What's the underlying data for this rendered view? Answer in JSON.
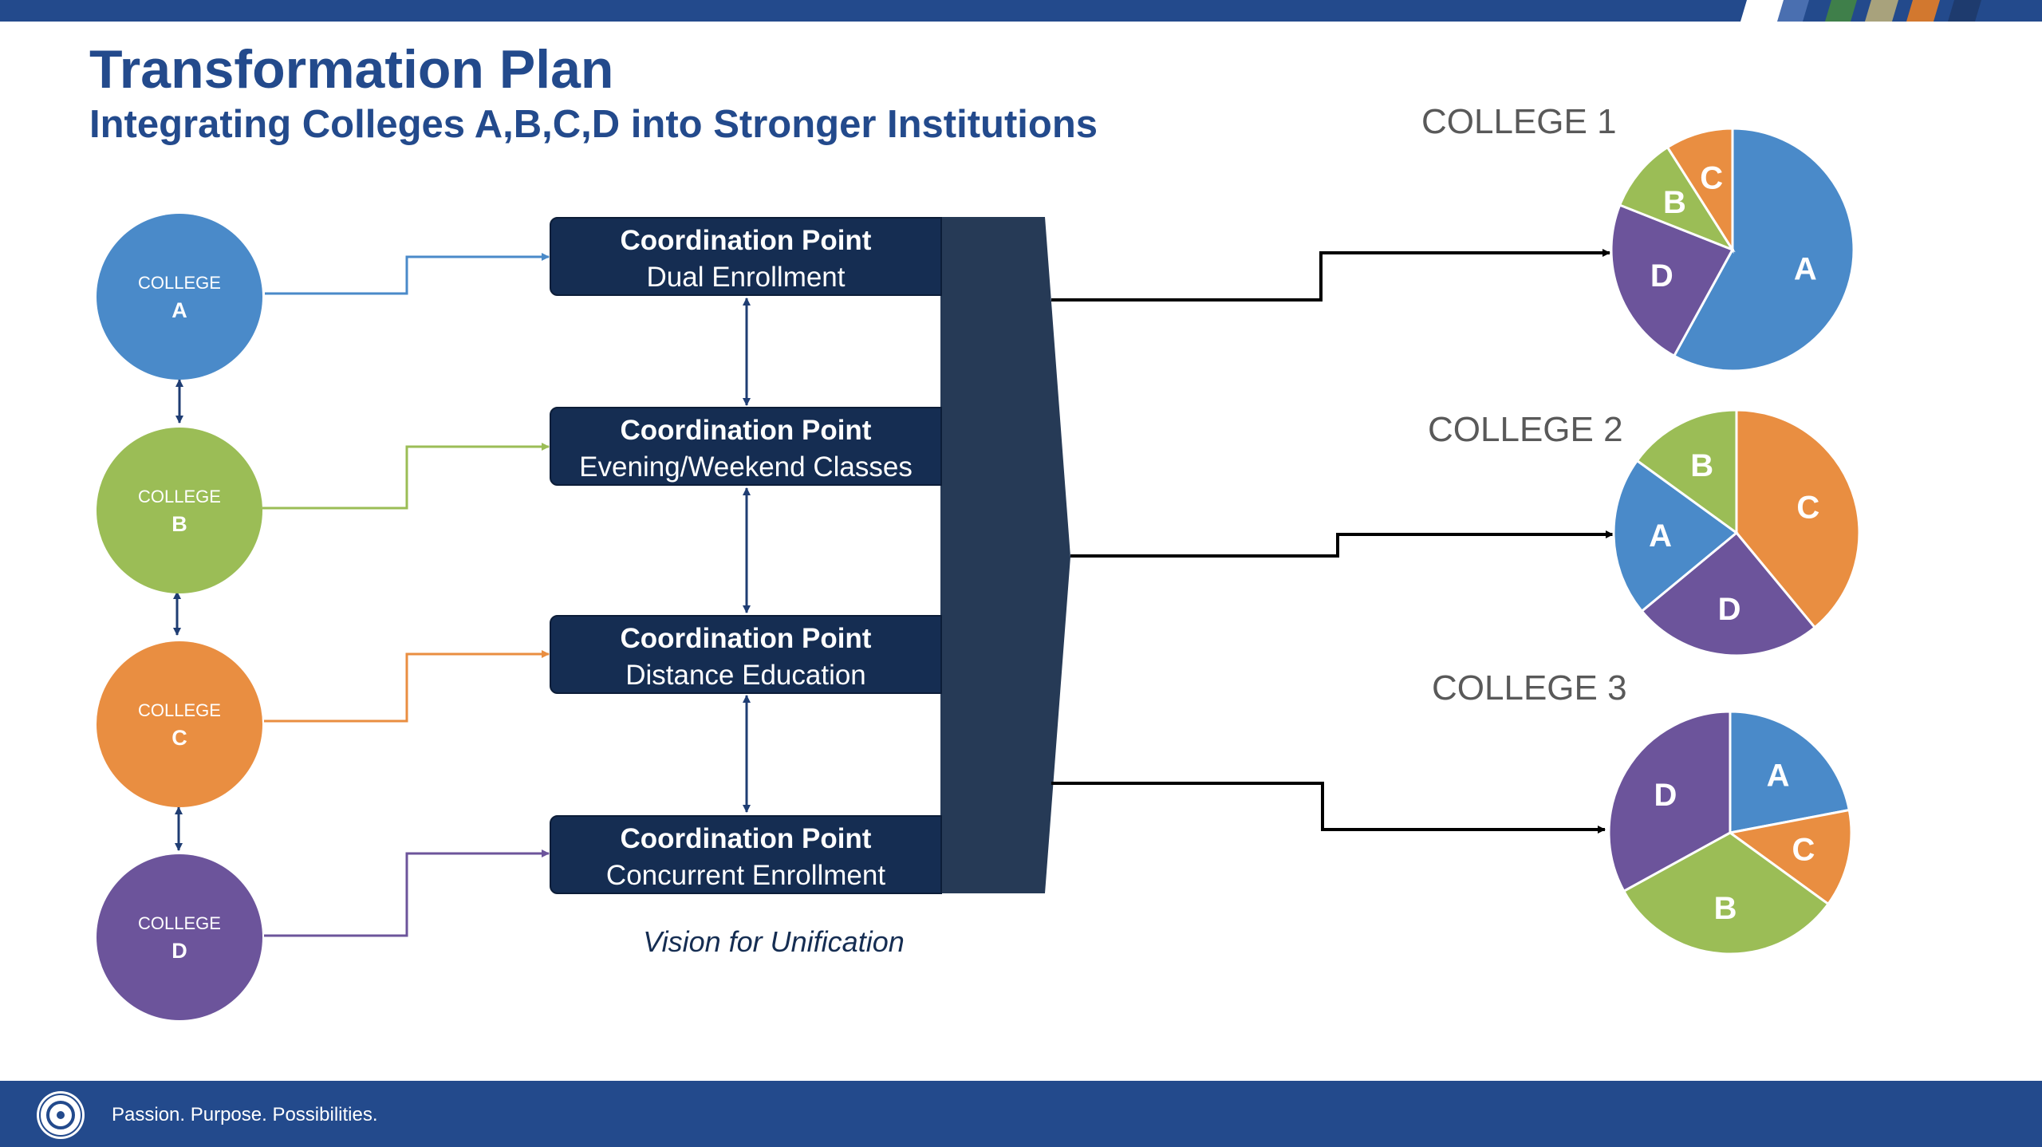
{
  "header": {
    "title": "Transformation Plan",
    "subtitle": "Integrating Colleges A,B,C,D into Stronger Institutions"
  },
  "colleges": [
    {
      "label": "COLLEGE",
      "letter": "A",
      "color": "#4a8ac9"
    },
    {
      "label": "COLLEGE",
      "letter": "B",
      "color": "#9bbd56"
    },
    {
      "label": "COLLEGE",
      "letter": "C",
      "color": "#e98e41"
    },
    {
      "label": "COLLEGE",
      "letter": "D",
      "color": "#6c549b"
    }
  ],
  "coordination_points": [
    {
      "title": "Coordination Point",
      "subtitle": "Dual Enrollment"
    },
    {
      "title": "Coordination Point",
      "subtitle": "Evening/Weekend Classes"
    },
    {
      "title": "Coordination Point",
      "subtitle": "Distance Education"
    },
    {
      "title": "Coordination Point",
      "subtitle": "Concurrent Enrollment"
    }
  ],
  "vision_caption": "Vision for Unification",
  "colors": {
    "brand_blue": "#234a8c",
    "box_navy": "#152d52",
    "funnel": "#263a56",
    "A": "#4a8ac9",
    "B": "#9bbd56",
    "C": "#e98e41",
    "D": "#6c549b",
    "stripes": [
      "#4a6fb0",
      "#3f7f4a",
      "#a8a27c",
      "#d2782f",
      "#1e3b6e"
    ]
  },
  "chart_data": [
    {
      "type": "pie",
      "title": "COLLEGE 1",
      "categories": [
        "A",
        "D",
        "B",
        "C"
      ],
      "values": [
        58,
        23,
        10,
        9
      ]
    },
    {
      "type": "pie",
      "title": "COLLEGE 2",
      "categories": [
        "C",
        "D",
        "A",
        "B"
      ],
      "values": [
        39,
        25,
        21,
        15
      ]
    },
    {
      "type": "pie",
      "title": "COLLEGE 3",
      "categories": [
        "A",
        "C",
        "B",
        "D"
      ],
      "values": [
        22,
        13,
        32,
        33
      ]
    }
  ],
  "footer": {
    "tagline": "Passion. Purpose. Possibilities.",
    "logo_icon": "seal-logo-icon"
  }
}
